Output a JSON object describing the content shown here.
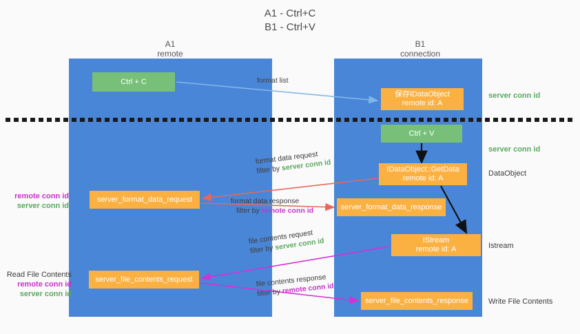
{
  "title": {
    "line1": "A1 - Ctrl+C",
    "line2": "B1 - Ctrl+V"
  },
  "lanes": [
    {
      "name": "A1",
      "sub": "remote"
    },
    {
      "name": "B1",
      "sub": "connection"
    }
  ],
  "nodes": {
    "ctrl_c": {
      "label": "Ctrl + C",
      "color": "#78c07a"
    },
    "save_dataobject": {
      "line1": "保存IDataObject",
      "line2": "remote id: A",
      "color": "#fbb042"
    },
    "ctrl_v": {
      "label": "Ctrl + V",
      "color": "#78c07a"
    },
    "getdata": {
      "line1": "IDataObject::GetData",
      "line2": "remote id: A",
      "color": "#fbb042"
    },
    "server_format_data_request": {
      "label": "server_format_data_request",
      "color": "#fbb042"
    },
    "server_format_data_response": {
      "label": "server_format_data_response",
      "color": "#fbb042"
    },
    "istream": {
      "line1": "IStream",
      "line2": "remote id: A",
      "color": "#fbb042"
    },
    "server_file_contents_request": {
      "label": "server_file_contents_request",
      "color": "#fbb042"
    },
    "server_file_contents_response": {
      "label": "server_file_contents_response",
      "color": "#fbb042"
    }
  },
  "side_labels": {
    "server_conn_id_1": "server conn id",
    "server_conn_id_2": "server conn id",
    "dataobject": "DataObject",
    "istream": "Istream",
    "write_file_contents": "Write File Contents",
    "read_file_contents": "Read File Contents",
    "remote_conn_id": "remote conn id",
    "server_conn_id": "server conn id"
  },
  "edge_labels": {
    "format_list": "format list",
    "format_data_request": "format data request",
    "format_data_response": "format data response",
    "file_contents_request": "file contents request",
    "file_contents_response": "file contents response",
    "filter_by": "filter by",
    "server_conn_id": "server conn id",
    "remote_conn_id": "remote conn id"
  },
  "colors": {
    "lane": "#4a86d8",
    "orange": "#fbb042",
    "green_node": "#78c07a",
    "conn_green": "#5aa85f",
    "conn_purple": "#c832c8",
    "arrow_lightblue": "#7fb8e8",
    "arrow_red": "#e8665a",
    "arrow_magenta": "#d62fd6",
    "arrow_black": "#111111",
    "background": "#fafafa"
  }
}
